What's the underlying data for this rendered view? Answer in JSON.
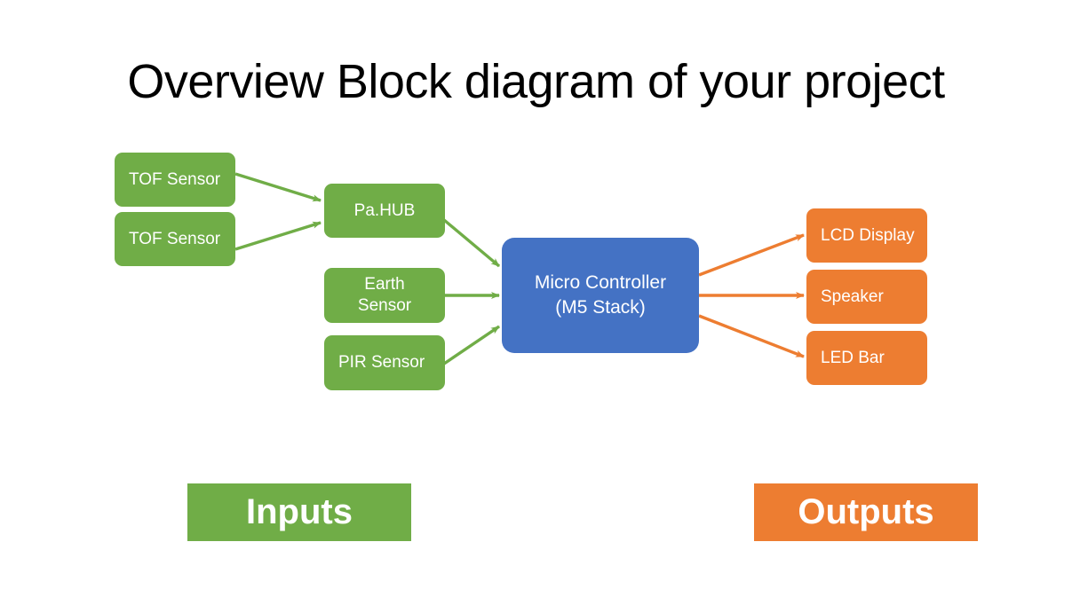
{
  "slide": {
    "title": "Overview Block diagram of your project",
    "background": "#ffffff"
  },
  "colors": {
    "input_green": "#70AD47",
    "output_orange": "#ED7D31",
    "controller_blue": "#4472C4",
    "text_white": "#ffffff",
    "title_black": "#000000"
  },
  "nodes": {
    "tof_sensor_1": "TOF Sensor",
    "tof_sensor_2": "TOF Sensor",
    "pa_hub": "Pa.HUB",
    "earth_sensor": "Earth\nSensor",
    "earth_sensor_line1": "Earth",
    "earth_sensor_line2": "Sensor",
    "pir_sensor": "PIR Sensor",
    "micro_controller_line1": "Micro Controller",
    "micro_controller_line2": "(M5 Stack)",
    "lcd_display": "LCD Display",
    "speaker": "Speaker",
    "led_bar": "LED Bar"
  },
  "banners": {
    "inputs": "Inputs",
    "outputs": "Outputs"
  },
  "connections": [
    {
      "from": "tof_sensor_1",
      "to": "pa_hub",
      "color": "#70AD47"
    },
    {
      "from": "tof_sensor_2",
      "to": "pa_hub",
      "color": "#70AD47"
    },
    {
      "from": "pa_hub",
      "to": "micro_controller",
      "color": "#70AD47"
    },
    {
      "from": "earth_sensor",
      "to": "micro_controller",
      "color": "#70AD47"
    },
    {
      "from": "pir_sensor",
      "to": "micro_controller",
      "color": "#70AD47"
    },
    {
      "from": "micro_controller",
      "to": "lcd_display",
      "color": "#ED7D31"
    },
    {
      "from": "micro_controller",
      "to": "speaker",
      "color": "#ED7D31"
    },
    {
      "from": "micro_controller",
      "to": "led_bar",
      "color": "#ED7D31"
    }
  ]
}
